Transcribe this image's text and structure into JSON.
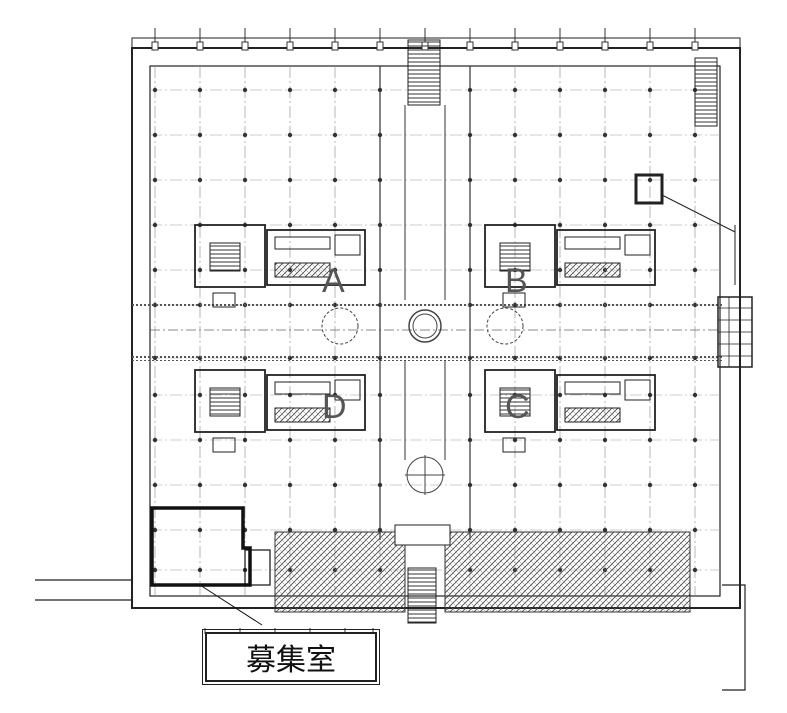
{
  "plan": {
    "core_labels": [
      "A",
      "B",
      "C",
      "D"
    ],
    "highlight_label": "募集室"
  }
}
